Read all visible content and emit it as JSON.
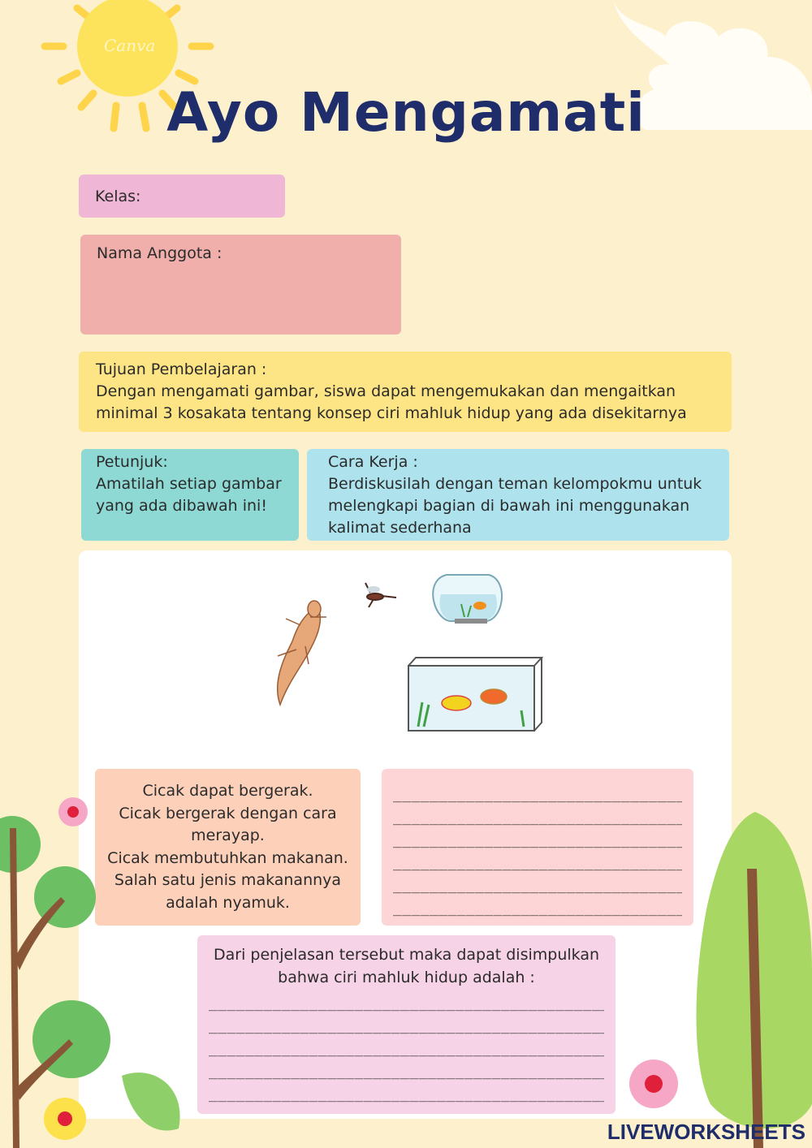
{
  "title": "Ayo Mengamati",
  "sun_watermark": "Canva",
  "kelas_label": "Kelas:",
  "nama_label": "Nama Anggota :",
  "tujuan": {
    "heading": "Tujuan Pembelajaran :",
    "line1": "Dengan mengamati gambar, siswa dapat mengemukakan dan mengaitkan",
    "line2": "minimal 3 kosakata tentang konsep ciri mahluk hidup yang ada disekitarnya"
  },
  "petunjuk": {
    "heading": "Petunjuk:",
    "line1": "Amatilah setiap gambar",
    "line2": "yang ada dibawah ini!"
  },
  "cara_kerja": {
    "heading": "Cara Kerja :",
    "line1": "Berdiskusilah dengan teman kelompokmu untuk",
    "line2": "melengkapi bagian di bawah ini menggunakan",
    "line3": "kalimat sederhana"
  },
  "cicak_text": {
    "l1": "Cicak dapat bergerak.",
    "l2": "Cicak bergerak dengan cara",
    "l3": "merayap.",
    "l4": "Cicak membutuhkan makanan.",
    "l5": "Salah satu jenis makanannya",
    "l6": "adalah nyamuk."
  },
  "answer_lines_short": "________________________________",
  "conclusion": {
    "l1": "Dari penjelasan tersebut maka dapat disimpulkan",
    "l2": "bahwa ciri mahluk hidup adalah :"
  },
  "answer_lines_long": "_____________________________________________",
  "brand": "LIVEWORKSHEETS",
  "colors": {
    "background": "#fdf1cd",
    "title": "#1f2d6b",
    "kelas": "#efb7d5",
    "nama": "#f0afab",
    "tujuan": "#fde485",
    "petunjuk": "#8ed9d4",
    "cara_kerja": "#aee3ee"
  }
}
